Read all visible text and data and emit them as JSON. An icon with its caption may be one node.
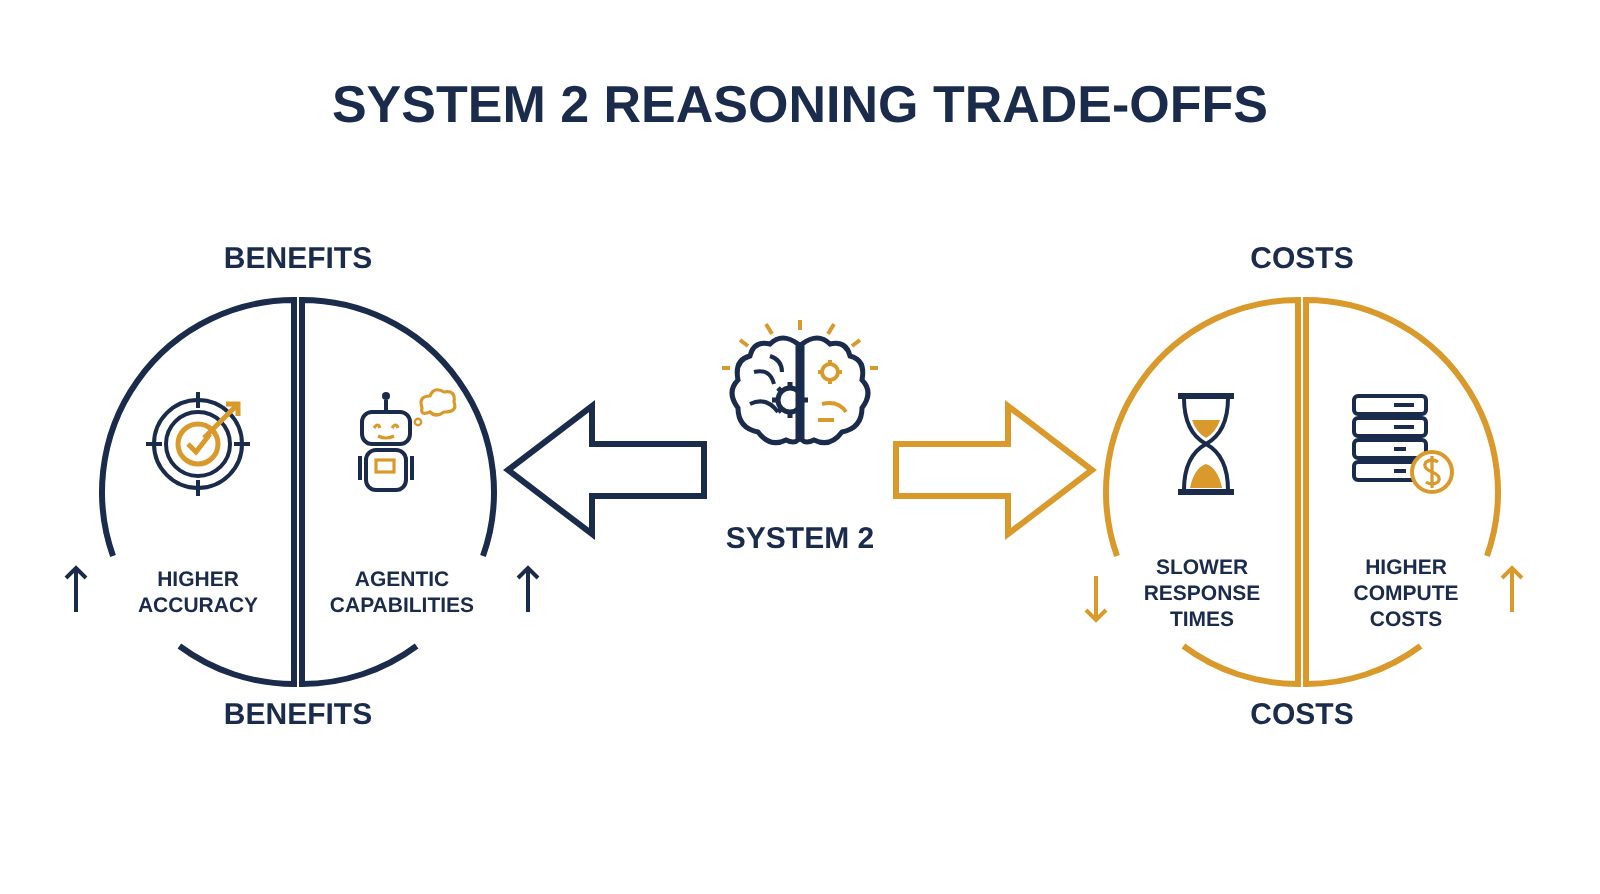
{
  "diagram": {
    "title": "SYSTEM 2 REASONING TRADE-OFFS",
    "nodes": [
      {
        "text": [
          "BENEFITS",
          "BENEFITS"
        ]
      },
      {
        "text": [
          "HIGHER ACCURACY"
        ],
        "in": 0
      },
      {
        "text": [
          "AGENTIC CAPABILITIES"
        ],
        "in": 0
      },
      {
        "text": [
          "SYSTEM 2"
        ]
      },
      {
        "text": [
          "COSTS",
          "COSTS"
        ]
      },
      {
        "text": [
          "SLOWER RESPONSE TIMES"
        ],
        "in": 4
      },
      {
        "text": [
          "HIGHER COMPUTE COSTS"
        ],
        "in": 4
      }
    ],
    "edges": [
      {
        "from": 3,
        "to": 0,
        "arrow": "to",
        "style": "thick",
        "color": "#1b2b4b"
      },
      {
        "from": 3,
        "to": 4,
        "arrow": "to",
        "style": "thick",
        "color": "#d99a2b"
      }
    ]
  }
}
